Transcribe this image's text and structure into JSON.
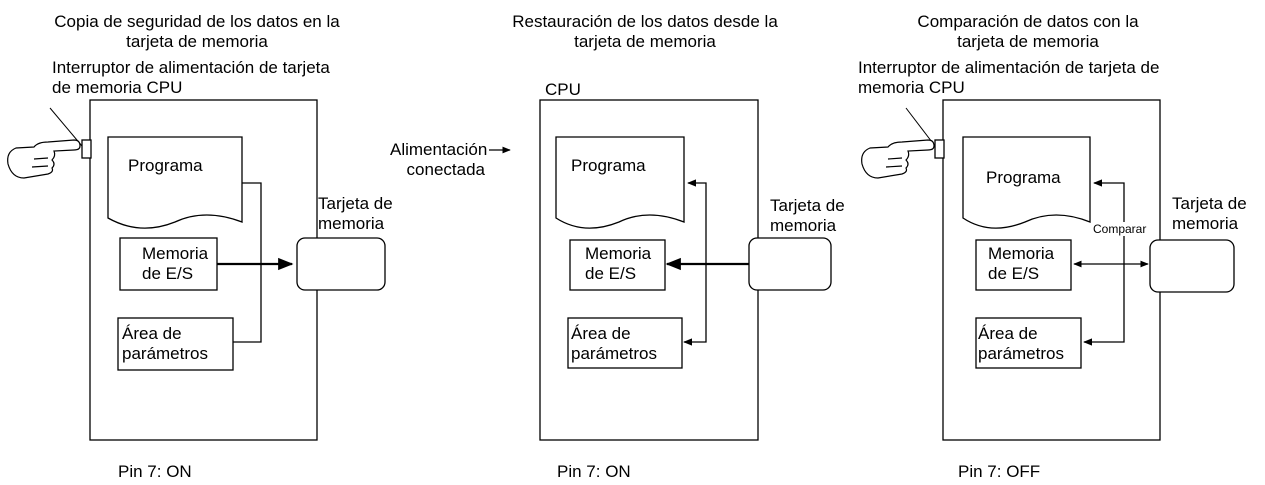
{
  "panels": [
    {
      "title": "Copia de seguridad de los datos en la\ntarjeta de memoria",
      "switch_label": "Interruptor de alimentación de tarjeta\nde memoria CPU",
      "blocks": [
        "Programa",
        "Memoria\nde E/S",
        "Área de\nparámetros"
      ],
      "card_label": "Tarjeta de\nmemoria",
      "pin": "Pin 7: ON"
    },
    {
      "title": "Restauración de los datos desde la\ntarjeta de memoria",
      "cpu_label": "CPU",
      "power_label": "Alimentación\nconectada",
      "blocks": [
        "Programa",
        "Memoria\nde E/S",
        "Área de\nparámetros"
      ],
      "card_label": "Tarjeta de\nmemoria",
      "pin": "Pin 7: ON"
    },
    {
      "title": "Comparación de datos con la\ntarjeta de memoria",
      "switch_label": "Interruptor de alimentación de tarjeta de\nmemoria CPU",
      "blocks": [
        "Programa",
        "Memoria\nde E/S",
        "Área de\nparámetros"
      ],
      "compare_label": "Comparar",
      "card_label": "Tarjeta de\nmemoria",
      "pin": "Pin 7: OFF"
    }
  ]
}
